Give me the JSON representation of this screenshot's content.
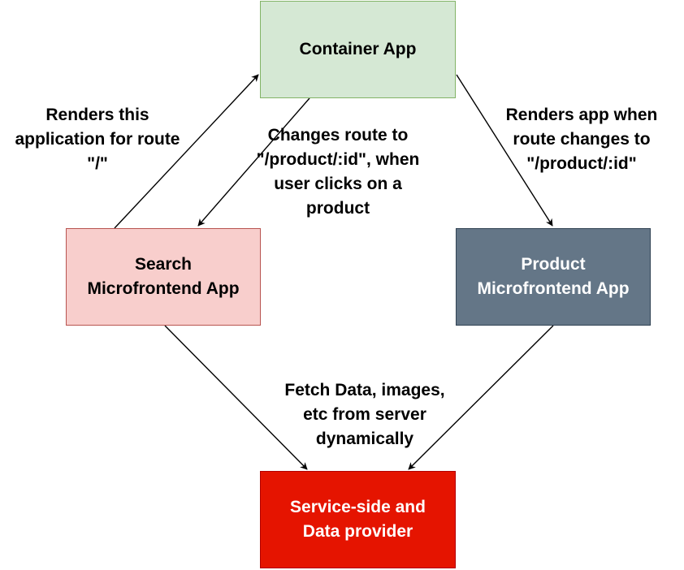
{
  "nodes": {
    "container": {
      "label": "Container App",
      "fill": "#d5e8d4",
      "stroke": "#82b366",
      "text_color": "#000000"
    },
    "search": {
      "line1": "Search",
      "line2": "Microfrontend App",
      "fill": "#f8cecc",
      "stroke": "#b85450",
      "text_color": "#000000"
    },
    "product": {
      "line1": "Product",
      "line2": "Microfrontend App",
      "fill": "#647687",
      "stroke": "#314354",
      "text_color": "#ffffff"
    },
    "service": {
      "line1": "Service-side and",
      "line2": "Data provider",
      "fill": "#e51400",
      "stroke": "#b20000",
      "text_color": "#ffffff"
    }
  },
  "edge_labels": {
    "search_to_container": {
      "line1": "Renders this",
      "line2": "application for route",
      "line3": "\"/\""
    },
    "container_to_search": {
      "line1": "Changes route to",
      "line2": "\"/product/:id\", when",
      "line3": "user clicks on a",
      "line4": "product"
    },
    "container_to_product": {
      "line1": "Renders app when",
      "line2": "route changes to",
      "line3": "\"/product/:id\""
    },
    "to_service": {
      "line1": "Fetch Data, images,",
      "line2": "etc from server",
      "line3": "dynamically"
    }
  },
  "edge_color": "#000000"
}
